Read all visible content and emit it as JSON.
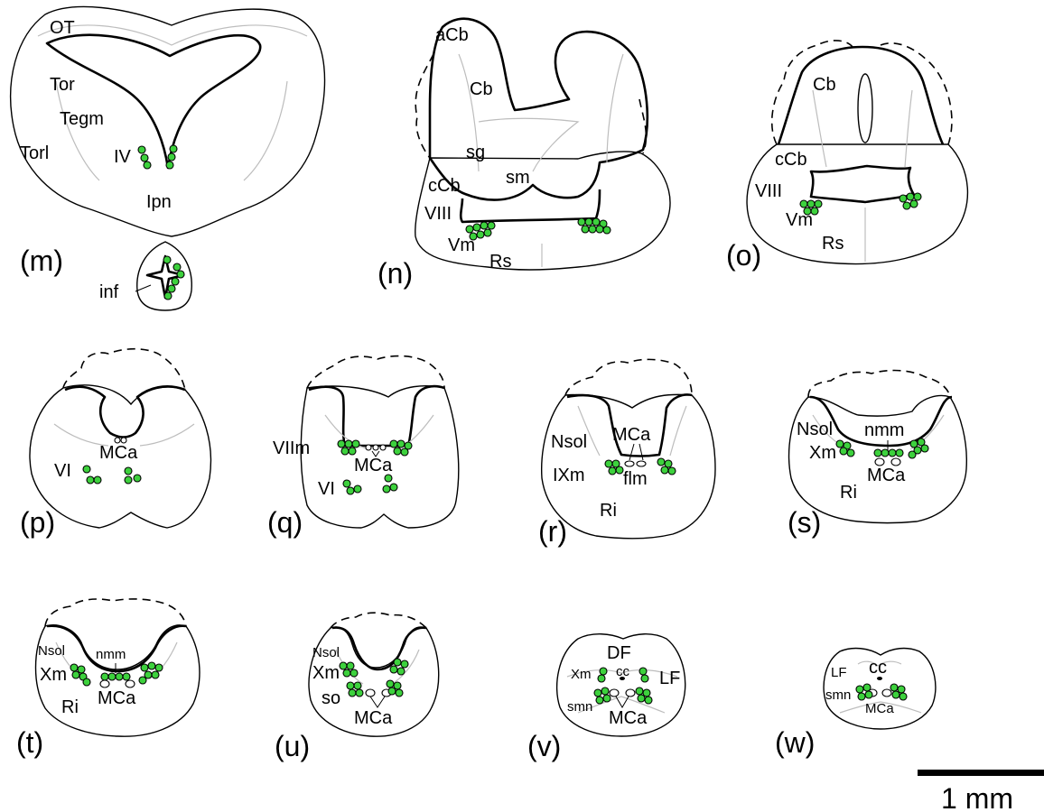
{
  "panels": {
    "m": {
      "tag": "(m)",
      "labels": {
        "OT": "OT",
        "Tor": "Tor",
        "Tegm": "Tegm",
        "Torl": "Torl",
        "IV": "IV",
        "Ipn": "Ipn",
        "inf": "inf"
      }
    },
    "n": {
      "tag": "(n)",
      "labels": {
        "aCb": "aCb",
        "Cb": "Cb",
        "sg": "sg",
        "sm": "sm",
        "cCb": "cCb",
        "VIII": "VIII",
        "Vm": "Vm",
        "Rs": "Rs"
      }
    },
    "o": {
      "tag": "(o)",
      "labels": {
        "Cb": "Cb",
        "cCb": "cCb",
        "VIII": "VIII",
        "Vm": "Vm",
        "Rs": "Rs"
      }
    },
    "p": {
      "tag": "(p)",
      "labels": {
        "MCa": "MCa",
        "VI": "VI"
      }
    },
    "q": {
      "tag": "(q)",
      "labels": {
        "VIIm": "VIIm",
        "MCa": "MCa",
        "VI": "VI"
      }
    },
    "r": {
      "tag": "(r)",
      "labels": {
        "MCa": "MCa",
        "Nsol": "Nsol",
        "IXm": "IXm",
        "flm": "flm",
        "Ri": "Ri"
      }
    },
    "s": {
      "tag": "(s)",
      "labels": {
        "Nsol": "Nsol",
        "nmm": "nmm",
        "Xm": "Xm",
        "MCa": "MCa",
        "Ri": "Ri"
      }
    },
    "t": {
      "tag": "(t)",
      "labels": {
        "Nsol": "Nsol",
        "nmm": "nmm",
        "Xm": "Xm",
        "MCa": "MCa",
        "Ri": "Ri"
      }
    },
    "u": {
      "tag": "(u)",
      "labels": {
        "Nsol": "Nsol",
        "Xm": "Xm",
        "so": "so",
        "MCa": "MCa"
      }
    },
    "v": {
      "tag": "(v)",
      "labels": {
        "DF": "DF",
        "cc": "cc",
        "Xm": "Xm",
        "LF": "LF",
        "smn": "smn",
        "MCa": "MCa"
      }
    },
    "w": {
      "tag": "(w)",
      "labels": {
        "LF": "LF",
        "cc": "cc",
        "smn": "smn",
        "MCa": "MCa"
      }
    }
  },
  "scale_bar": {
    "label": "1 mm"
  },
  "colors": {
    "neuron_fill": "#3dd13d",
    "outline": "#000000",
    "boundary": "#bdbdbd"
  }
}
